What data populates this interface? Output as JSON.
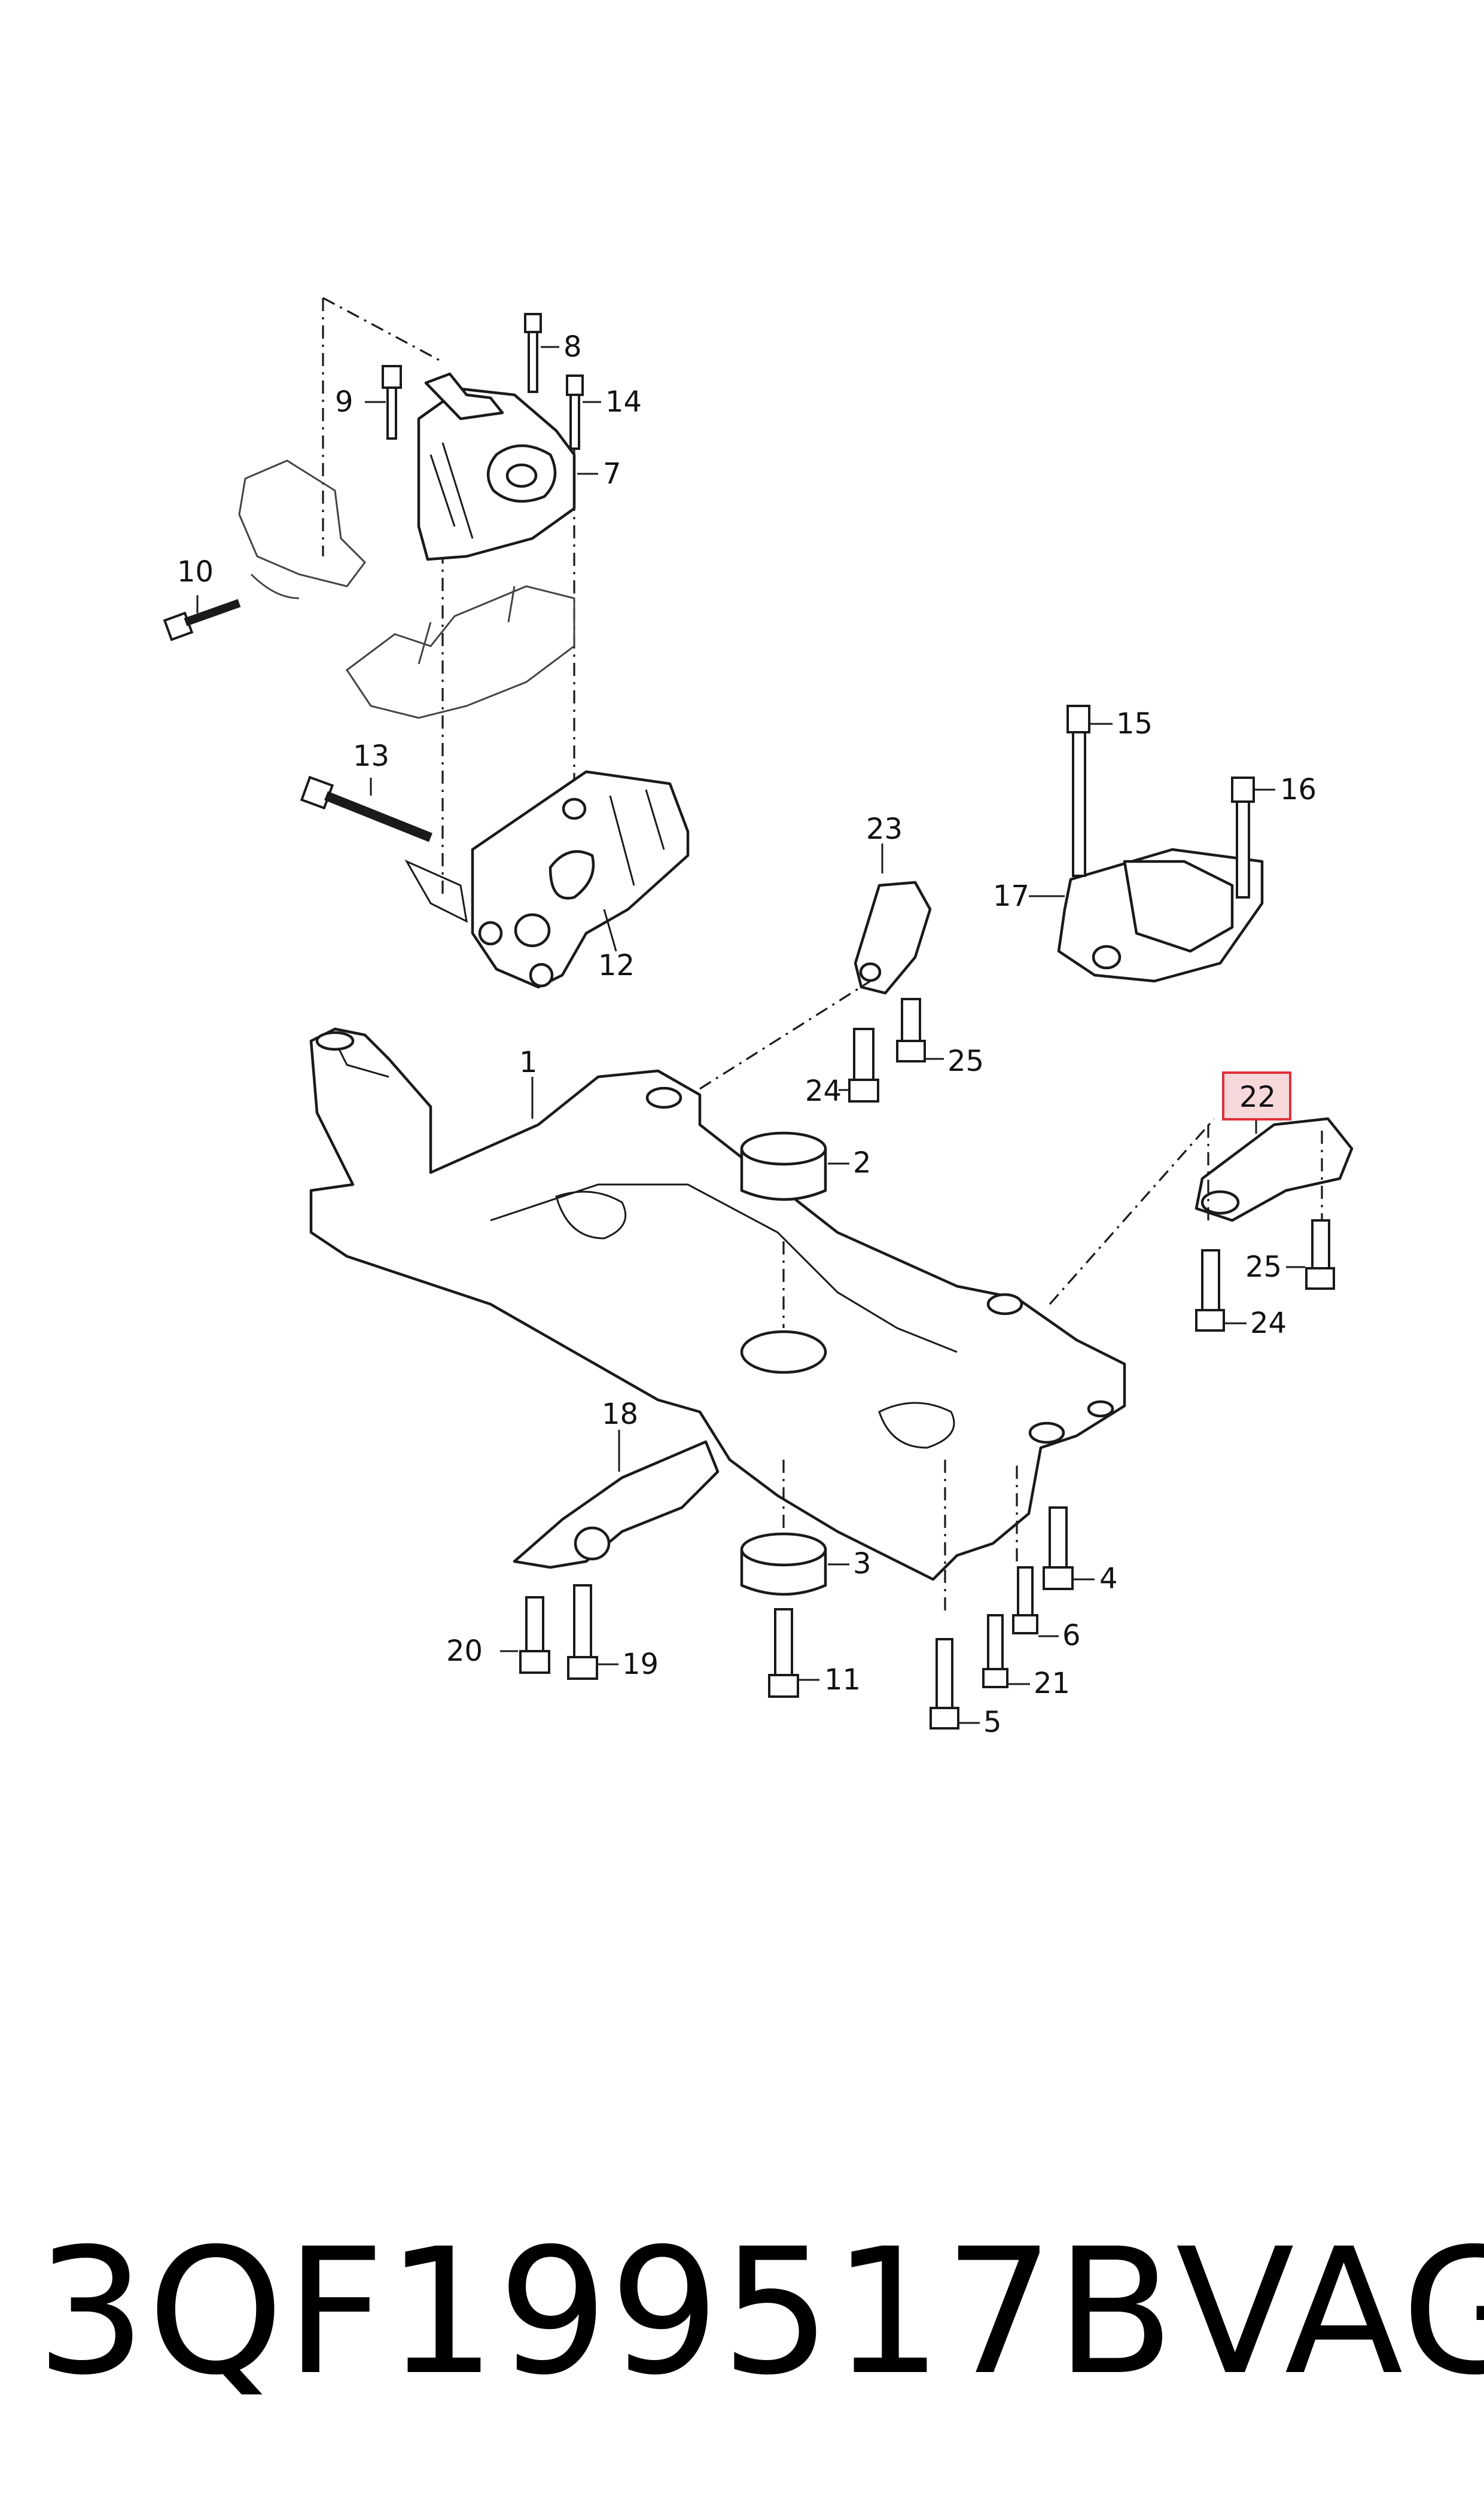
{
  "diagram": {
    "callouts": {
      "c1": "1",
      "c2": "2",
      "c3": "3",
      "c4": "4",
      "c5": "5",
      "c6": "6",
      "c7": "7",
      "c8": "8",
      "c9": "9",
      "c10": "10",
      "c11": "11",
      "c12": "12",
      "c13": "13",
      "c14": "14",
      "c15": "15",
      "c16": "16",
      "c17": "17",
      "c18": "18",
      "c19": "19",
      "c20": "20",
      "c21": "21",
      "c22": "22",
      "c23": "23",
      "c24a": "24",
      "c24b": "24",
      "c25a": "25",
      "c25b": "25"
    },
    "highlight_color": "#e0303a",
    "highlight_fill": "#f7d8da"
  },
  "caption": {
    "part_number": "3QF199517B",
    "brand": "VAG"
  }
}
